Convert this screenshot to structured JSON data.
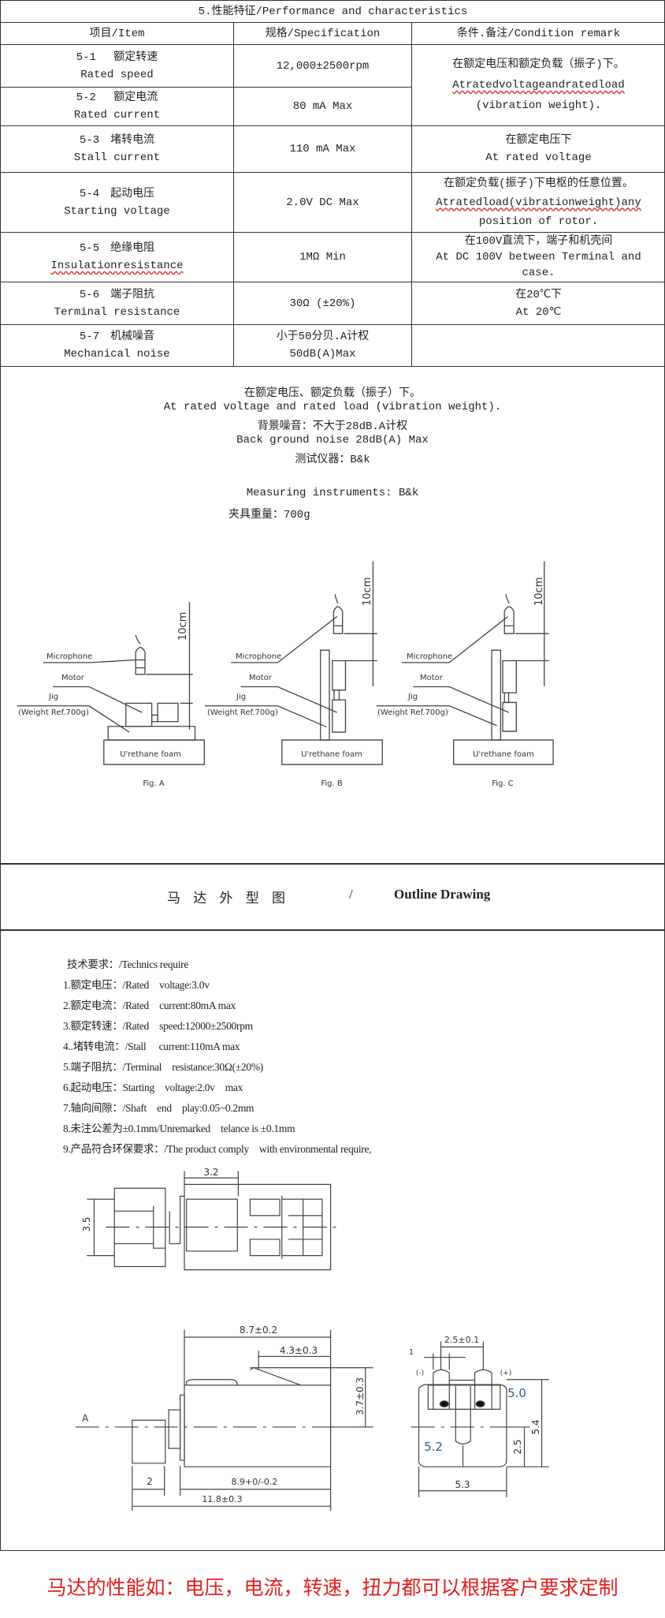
{
  "table": {
    "title": "5.性能特征/Performance and characteristics",
    "headers": [
      "项目/Item",
      "规格/Specification",
      "条件.备注/Condition remark"
    ],
    "rows": [
      {
        "item_cn": "5-1　 额定转速",
        "item_en": "Rated speed",
        "spec": "12,000±2500rpm"
      },
      {
        "item_cn": "5-2　 额定电流",
        "item_en": "Rated current",
        "spec": "80 mA Max"
      },
      {
        "item_cn": "5-3　堵转电流",
        "item_en": "Stall current",
        "spec": "110 mA Max",
        "remark": [
          "在额定电压下",
          "At rated voltage"
        ]
      },
      {
        "item_cn": "5-4　起动电压",
        "item_en": "Starting voltage",
        "spec": "2.0V DC Max",
        "remark": [
          "在额定负载(振子)下电枢的任意位置。",
          "Atratedload(vibrationweight)any",
          "position of rotor."
        ]
      },
      {
        "item_cn": "5-5　绝缘电阻",
        "item_en": "Insulationresistance",
        "spec": "1MΩ  Min",
        "remark": [
          "在100V直流下，端子和机壳间",
          "At DC 100V between Terminal and",
          "case."
        ]
      },
      {
        "item_cn": "5-6　端子阻抗",
        "item_en": "Terminal resistance",
        "spec": "30Ω (±20%)",
        "remark": [
          "在20℃下",
          "At 20℃"
        ]
      },
      {
        "item_cn": "5-7　机械噪音",
        "item_en": "Mechanical noise",
        "spec": "小于50分贝.A计权",
        "spec2": "50dB(A)Max"
      }
    ],
    "merged_remark": [
      "在额定电压和额定负载（振子)下。",
      "Atratedvoltageandratedload",
      "(vibration weight)."
    ]
  },
  "test": {
    "lines": [
      "在额定电压、额定负载（振子）下。",
      "At rated voltage and rated load (vibration weight).",
      "背景噪音：不大于28dB.A计权",
      "Back ground noise 28dB(A) Max",
      "测试仪器：B&k",
      "Measuring instruments: B&k",
      "夹具重量：700g"
    ],
    "labels": {
      "microphone": "Microphone",
      "motor": "Motor",
      "jig": "Jig",
      "weight": "(Weight Ref.700g)",
      "foam": "U'rethane foam",
      "distance": "10cm"
    },
    "figs": [
      "Fig. A",
      "Fig. B",
      "Fig. C"
    ]
  },
  "outline": {
    "title_cn": "马 达 外 型 图",
    "sep": "/",
    "title_en": "Outline Drawing"
  },
  "tech": {
    "heading": "技术要求：/Technics require",
    "items": [
      "1.额定电压：/Rated　voltage:3.0v",
      "2.额定电流：/Rated　current:80mA max",
      "3.额定转速：/Rated　speed:12000±2500rpm",
      "4..堵转电流：/Stall　 current:110mA max",
      "5.端子阻抗：/Terminal　resistance:30Ω(±20%)",
      "6.起动电压：Starting　voltage:2.0v　max",
      "7.轴向间隙：/Shaft　end　play:0.05~0.2mm",
      "8.未注公差为±0.1mm/Unremarked　telance is ±0.1mm",
      "9.产品符合环保要求：/The product comply　with environmental require,"
    ]
  },
  "dims": {
    "d32": "3.2",
    "d35": "3.5",
    "a": "A",
    "d87": "8.7±0.2",
    "d43": "4.3±0.3",
    "d37": "3.7±0.3",
    "d2": "2",
    "d89": "8.9+0/-0.2",
    "d118": "11.8±0.3",
    "d25p": "2.5±0.1",
    "d1": "1",
    "neg": "(-)",
    "pos": "(+)",
    "d50": "5.0",
    "d52": "5.2",
    "d54": "5.4",
    "d25": "2.5",
    "d53": "5.3"
  },
  "footer": "马达的性能如：电压，电流，转速，扭力都可以根据客户要求定制"
}
